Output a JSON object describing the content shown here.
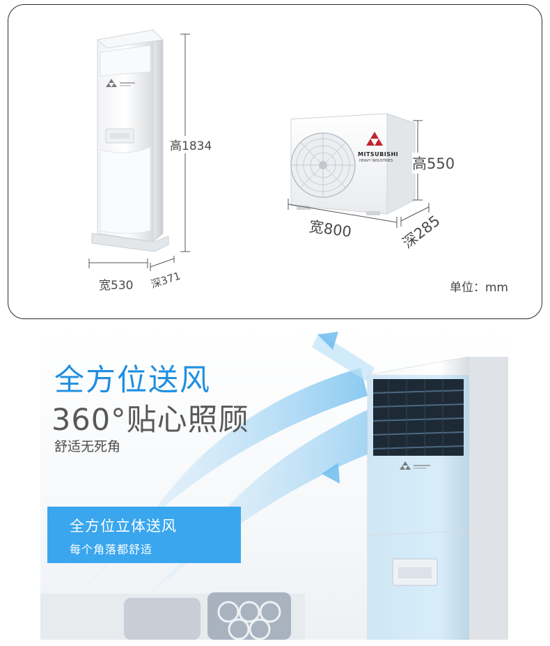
{
  "spec": {
    "indoor_height": "高1834",
    "indoor_width": "宽530",
    "indoor_depth": "深371",
    "outdoor_height": "高550",
    "outdoor_width": "宽800",
    "outdoor_depth": "深285",
    "unit_label": "单位：mm",
    "outdoor_brand": "MITSUBISHI",
    "outdoor_brand_sub": "HEAVY INDUSTRIES"
  },
  "banner": {
    "headline_1": "全方位送风",
    "headline_2": "360°贴心照顾",
    "subtitle": "舒适无死角",
    "feature_title": "全方位立体送风",
    "feature_desc": "每个角落都舒适"
  },
  "colors": {
    "accent_blue": "#1f8fe0",
    "feature_box": "#3aa6ee",
    "logo_red": "#c0262d"
  },
  "icons": [
    "mitsubishi-logo-icon",
    "airflow-arrow-icon"
  ]
}
